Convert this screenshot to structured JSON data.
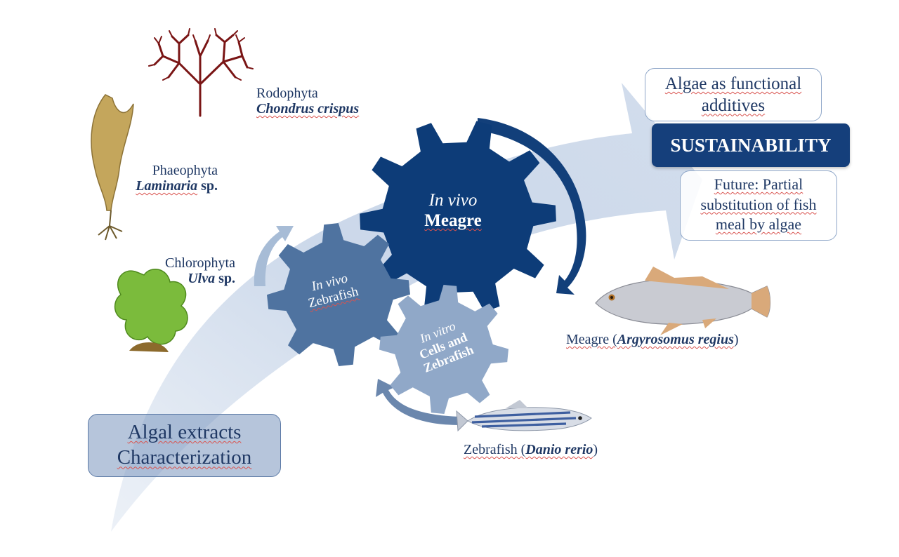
{
  "algae": {
    "rodophyta": {
      "division": "Rodophyta",
      "genus": "Chondrus crispus"
    },
    "phaeophyta": {
      "division": "Phaeophyta",
      "genus": "Laminaria",
      "suffix": "sp."
    },
    "chlorophyta": {
      "division": "Chlorophyta",
      "genus": "Ulva",
      "suffix": "sp."
    }
  },
  "gears": {
    "meagre": {
      "line1": "In vivo",
      "line2": "Meagre"
    },
    "zebrafish": {
      "line1": "In vivo",
      "line2": "Zebrafish"
    },
    "cells": {
      "line1": "In vitro",
      "line2": "Cells and",
      "line3": "Zebrafish"
    }
  },
  "boxes": {
    "algae_additives": {
      "line1": "Algae as functional",
      "line2": "additives"
    },
    "sustainability": "SUSTAINABILITY",
    "future": {
      "line1": "Future: Partial",
      "line2": "substitution of fish",
      "line3": "meal by algae"
    },
    "characterization": {
      "line1": "Algal extracts",
      "line2": "Characterization"
    }
  },
  "fish": {
    "meagre": {
      "common": "Meagre (",
      "scientific": "Argyrosomus regius",
      "close": ")"
    },
    "zebrafish": {
      "common": "Zebrafish (",
      "scientific": "Danio rerio",
      "close": ")"
    }
  },
  "colors": {
    "navy": "#0d3c78",
    "mid_blue": "#4f73a0",
    "light_blue": "#90a8c8",
    "arrow": "#c9d6e8",
    "text": "#1f3864"
  }
}
